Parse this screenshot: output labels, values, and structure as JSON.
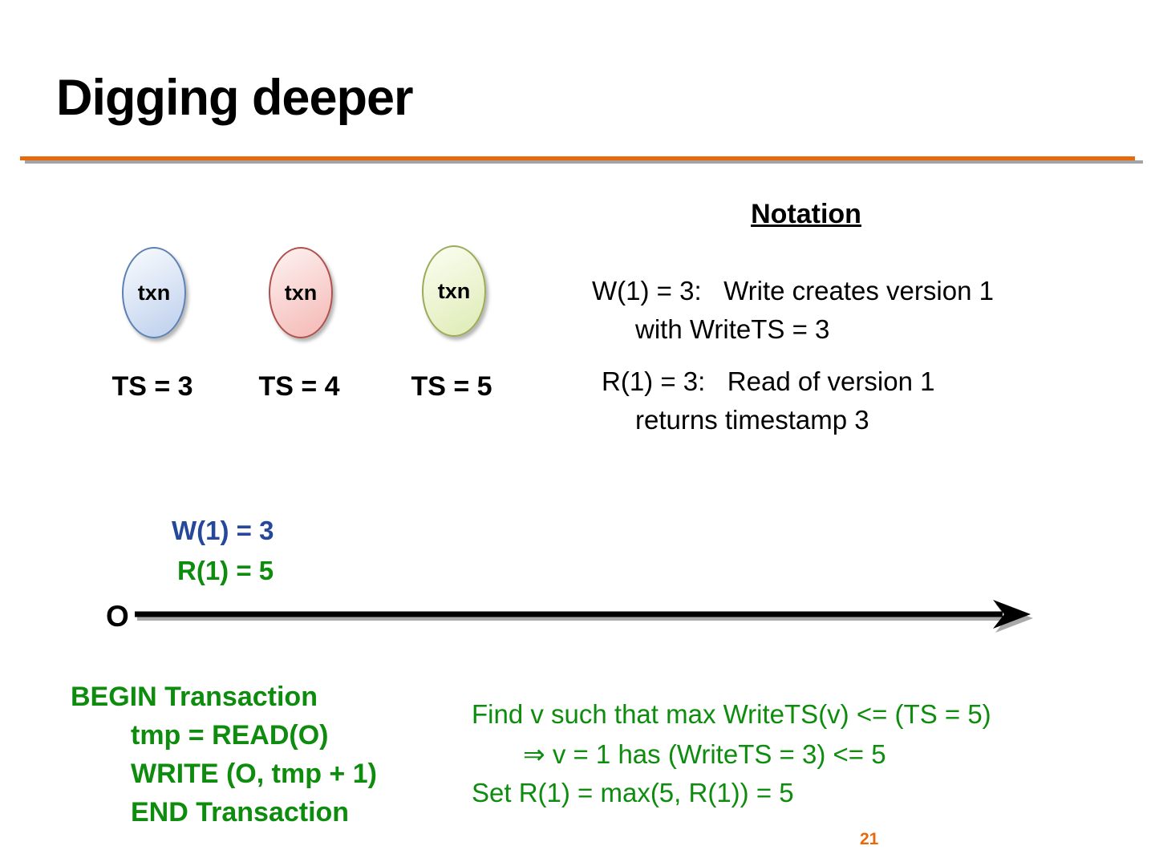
{
  "slide": {
    "title": "Digging deeper",
    "page_number": "21"
  },
  "colors": {
    "divider_orange": "#e8690b",
    "divider_shadow_gray": "#a3a3a3",
    "write_blue": "#25489a",
    "green_text": "#0e8c0e",
    "page_number_orange": "#e8690b"
  },
  "transactions": {
    "items": [
      {
        "label": "txn",
        "timestamp": "TS = 3",
        "fill": "#c5d5ef",
        "border": "#5d81b4"
      },
      {
        "label": "txn",
        "timestamp": "TS = 4",
        "fill": "#f5c0bd",
        "border": "#b0504d"
      },
      {
        "label": "txn",
        "timestamp": "TS = 5",
        "fill": "#e2eebd",
        "border": "#9cab56"
      }
    ]
  },
  "notation": {
    "heading": "Notation",
    "lines": [
      "W(1) = 3:   Write creates version 1",
      "with WriteTS = 3",
      "R(1) = 3:   Read of version 1",
      "returns timestamp 3"
    ]
  },
  "timeline": {
    "write_label": "W(1) = 3",
    "read_label": "R(1) = 5",
    "object_label": "O"
  },
  "code": {
    "lines": [
      "BEGIN Transaction",
      "tmp = READ(O)",
      "WRITE (O, tmp + 1)",
      "END Transaction"
    ]
  },
  "explanation": {
    "lines": [
      "Find v such that max WriteTS(v) <= (TS = 5)",
      "⇒ v = 1 has (WriteTS = 3) <= 5",
      "Set R(1) = max(5, R(1)) = 5"
    ]
  }
}
